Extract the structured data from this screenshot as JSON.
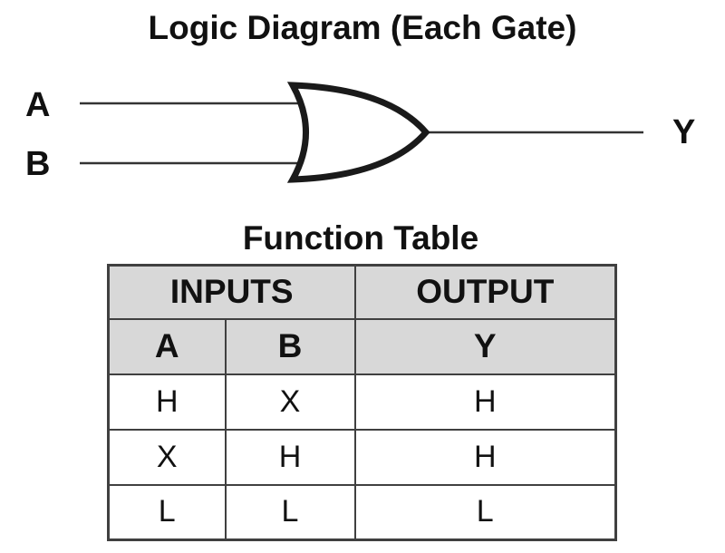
{
  "logic_diagram": {
    "title": "Logic Diagram (Each Gate)",
    "gate_icon": "or-gate",
    "input_a_label": "A",
    "input_b_label": "B",
    "output_label": "Y"
  },
  "function_table": {
    "title": "Function Table",
    "group_headers": {
      "inputs": "INPUTS",
      "output": "OUTPUT"
    },
    "column_headers": {
      "a": "A",
      "b": "B",
      "y": "Y"
    },
    "rows": [
      [
        "H",
        "X",
        "H"
      ],
      [
        "X",
        "H",
        "H"
      ],
      [
        "L",
        "L",
        "L"
      ]
    ]
  },
  "colors": {
    "header_bg": "#d8d8d8",
    "table_border": "#404040",
    "ink": "#111111"
  }
}
